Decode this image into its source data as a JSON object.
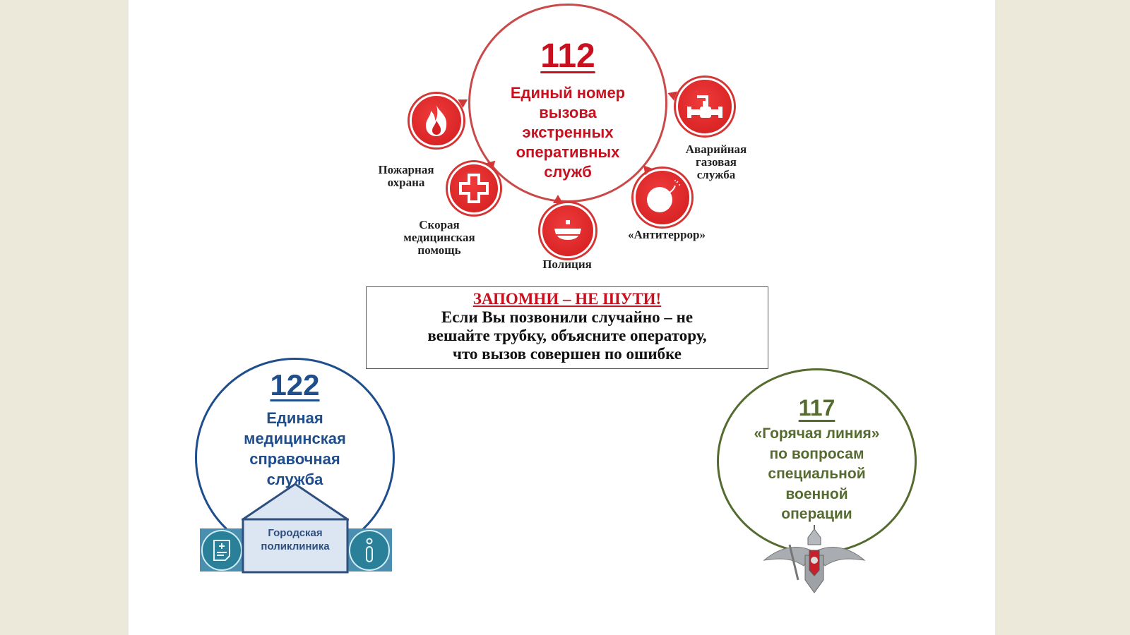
{
  "hub112": {
    "number": "112",
    "lines": [
      "Единый номер",
      "вызова",
      "экстренных",
      "оперативных",
      "служб"
    ]
  },
  "services": [
    {
      "icon": "fire-icon",
      "label": [
        "Пожарная",
        "охрана"
      ]
    },
    {
      "icon": "medical-cross-icon",
      "label": [
        "Скорая",
        "медицинская",
        "помощь"
      ]
    },
    {
      "icon": "police-cap-icon",
      "label": [
        "Полиция"
      ]
    },
    {
      "icon": "bomb-icon",
      "label": [
        "«Антитеррор»"
      ]
    },
    {
      "icon": "gas-pipe-icon",
      "label": [
        "Аварийная",
        "газовая",
        "служба"
      ]
    }
  ],
  "notice": {
    "title": "ЗАПОМНИ – НЕ ШУТИ!",
    "lines": [
      "Если Вы позвонили случайно – не",
      "вешайте трубку, объясните оператору,",
      "что вызов совершен по ошибке"
    ]
  },
  "hub122": {
    "number": "122",
    "lines": [
      "Единая",
      "медицинская",
      "справочная",
      "служба"
    ],
    "building": [
      "Городская",
      "поликлиника"
    ]
  },
  "hub117": {
    "number": "117",
    "lines": [
      "«Горячая линия»",
      "по вопросам",
      "специальной",
      "военной",
      "операции"
    ]
  },
  "colors": {
    "red": "#c8101e",
    "blue": "#1f4e8c",
    "olive": "#556b2f",
    "background": "#ece8da"
  }
}
